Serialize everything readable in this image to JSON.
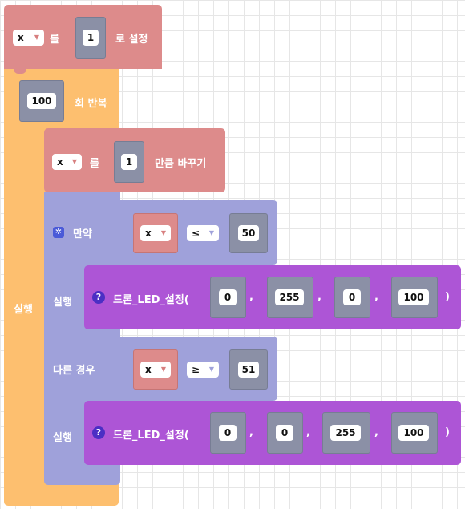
{
  "set_block": {
    "variable": "x",
    "particle": "를",
    "value": "1",
    "suffix": "로 설정"
  },
  "repeat_block": {
    "count": "100",
    "label": "회 반복",
    "body_label": "실행"
  },
  "change_block": {
    "variable": "x",
    "particle": "를",
    "value": "1",
    "suffix": "만큼 바꾸기"
  },
  "if_block": {
    "if_label": "만약",
    "if_condition": {
      "variable": "x",
      "operator": "≤",
      "value": "50"
    },
    "if_do_label": "실행",
    "if_command": {
      "name": "드론_LED_설정(",
      "args": [
        "0",
        "255",
        "0",
        "100"
      ],
      "close": ")"
    },
    "else_if_label": "다른 경우",
    "else_if_condition": {
      "variable": "x",
      "operator": "≥",
      "value": "51"
    },
    "else_if_do_label": "실행",
    "else_if_command": {
      "name": "드론_LED_설정(",
      "args": [
        "0",
        "0",
        "255",
        "100"
      ],
      "close": ")"
    }
  },
  "separator": ",",
  "icons": {
    "dropdown": "triangle-down-icon",
    "info": "question-circle-icon",
    "settings": "gear-icon"
  },
  "colors": {
    "variable_block": "#dd8b8b",
    "loop_block": "#fdbf6f",
    "logic_block": "#9fa1da",
    "command_block": "#ad55d6",
    "value_socket": "#8b90a6"
  }
}
